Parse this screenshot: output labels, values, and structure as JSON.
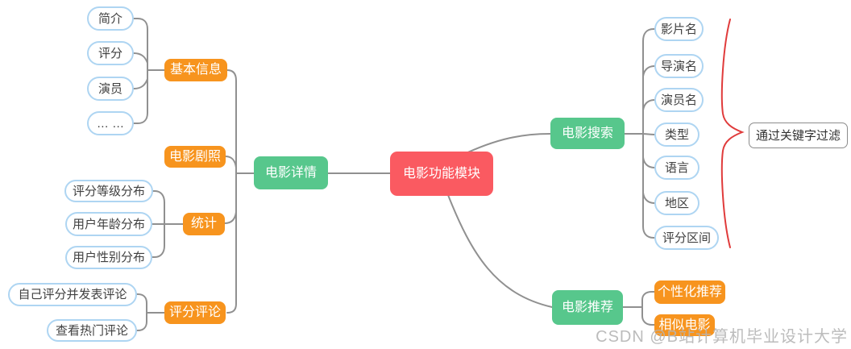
{
  "colors": {
    "root": "#fa5a61",
    "branch": "#57c78c",
    "child": "#f7941e",
    "leaf_border": "#aed5f2",
    "line": "#909090",
    "brace": "#e03b3b",
    "text": "#404040",
    "watermark": "#b5b5b5"
  },
  "root": {
    "label": "电影功能模块"
  },
  "detail": {
    "label": "电影详情",
    "basic": {
      "label": "基本信息",
      "children": [
        "简介",
        "评分",
        "演员",
        "… …"
      ]
    },
    "stills": {
      "label": "电影剧照"
    },
    "stats": {
      "label": "统计",
      "children": [
        "评分等级分布",
        "用户年龄分布",
        "用户性别分布"
      ]
    },
    "comments": {
      "label": "评分评论",
      "children": [
        "自己评分并发表评论",
        "查看热门评论"
      ]
    }
  },
  "search": {
    "label": "电影搜索",
    "children": [
      "影片名",
      "导演名",
      "演员名",
      "类型",
      "语言",
      "地区",
      "评分区间"
    ],
    "note": "通过关键字过滤"
  },
  "recommend": {
    "label": "电影推荐",
    "children": [
      "个性化推荐",
      "相似电影"
    ]
  },
  "watermark": "CSDN @B站计算机毕业设计大学"
}
